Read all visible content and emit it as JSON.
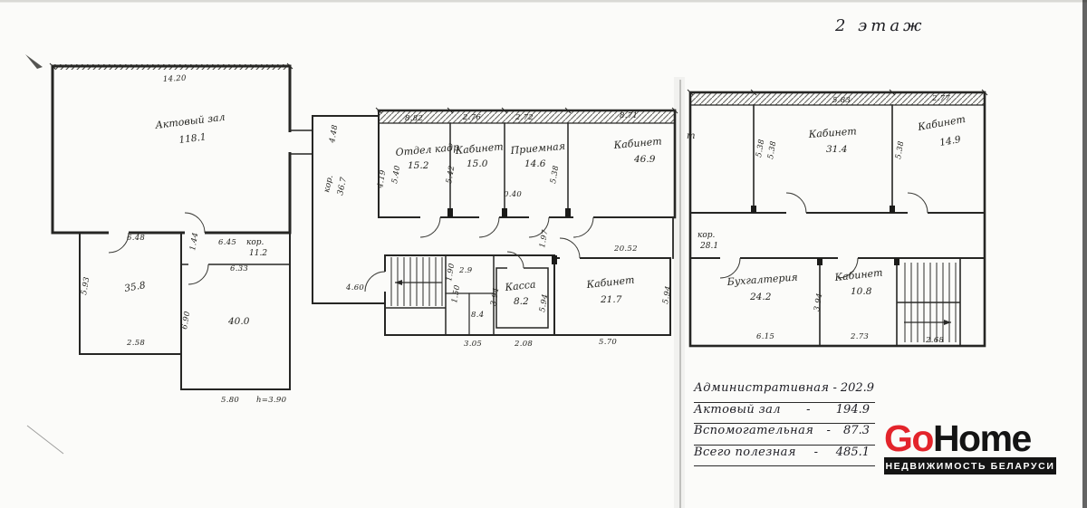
{
  "plan": {
    "floor_label": "2 этаж",
    "fragment": "т",
    "rooms": {
      "hall": {
        "name": "Актовый зал",
        "area": "118.1"
      },
      "kor_main": {
        "name": "кор.",
        "area": "36.7"
      },
      "otdel_kadrov": {
        "name": "Отдел кадр",
        "area": "15.2"
      },
      "kabinet_15": {
        "name": "Кабинет",
        "area": "15.0"
      },
      "priemnaya": {
        "name": "Приемная",
        "area": "14.6"
      },
      "kabinet_46": {
        "name": "Кабинет",
        "area": "46.9"
      },
      "kabinet_31": {
        "name": "Кабинет",
        "area": "31.4"
      },
      "kabinet_14": {
        "name": "Кабинет",
        "area": "14.9"
      },
      "kor_right": {
        "name": "кор.",
        "area": "28.1"
      },
      "buhgalteriya": {
        "name": "Бухгалтерия",
        "area": "24.2"
      },
      "kabinet_10": {
        "name": "Кабинет",
        "area": "10.8"
      },
      "kassa": {
        "name": "Касса",
        "area": "8.2"
      },
      "kabinet_21": {
        "name": "Кабинет",
        "area": "21.7"
      },
      "room_35": {
        "area": "35.8"
      },
      "room_40": {
        "area": "40.0"
      },
      "kor_small": {
        "name": "кор.",
        "area": "11.2"
      }
    },
    "dimensions": {
      "hall_top": "14.20",
      "hall_corr": "4.48",
      "below_hall_a": "6.48",
      "below_hall_b": "1.44",
      "below_hall_c": "6.45",
      "below_hall_d": "6.33",
      "left_wall": "5.93",
      "mid_wall": "6.90",
      "r35_bottom": "2.58",
      "r40_bottom": "5.80",
      "height_note": "h=3.90",
      "corr_right": "4.19",
      "top_a": "8.82",
      "top_b": "2.76",
      "top_c": "2.72",
      "top_d": "8.71",
      "v_a": "5.40",
      "v_b": "5.42",
      "door_gap": "0.40",
      "v_c": "5.38",
      "v_d": "1.97",
      "mid_corr": "20.52",
      "passage": "4.60",
      "wc_a": "1.90",
      "wc_b": "2.9",
      "wc_c": "1.50",
      "wc_d": "8.4",
      "kassa_l": "3.94",
      "kassa_r": "5.94",
      "kab21_r": "5.94",
      "bot_a": "3.05",
      "bot_b": "2.08",
      "bot_c": "5.70",
      "rtop_a": "5.83",
      "rtop_b": "2.77",
      "rv_a": "5.38",
      "rv_b": "5.38",
      "rv_c": "5.38",
      "rv_d": "3.94",
      "rbot_a": "6.15",
      "rbot_b": "2.73",
      "rbot_c": "2.68"
    }
  },
  "summary": {
    "rows": [
      {
        "label": "Административная",
        "sep": "-",
        "value": "202.9"
      },
      {
        "label": "Актовый зал",
        "sep": "-",
        "value": "194.9"
      },
      {
        "label": "Вспомогательная",
        "sep": "-",
        "value": "87.3"
      },
      {
        "label": "Всего полезная",
        "sep": "-",
        "value": "485.1"
      }
    ]
  },
  "logo": {
    "part1": "Go",
    "part2": "Home",
    "tagline": "НЕДВИЖИМОСТЬ БЕЛАРУСИ",
    "accent_color": "#e3242b",
    "text_color": "#141414",
    "bar_bg": "#141414",
    "bar_text_color": "#ffffff"
  }
}
